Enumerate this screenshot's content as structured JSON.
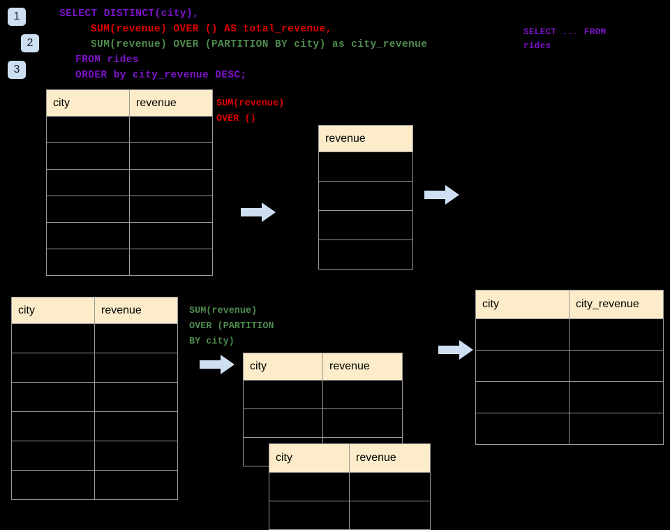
{
  "background_color": "#000000",
  "palette": {
    "badge_bg": "#cfdff2",
    "badge_text": "#14202c",
    "header_bg": "#fcecc9",
    "grid_border": "#9a9a9a",
    "arrow_fill": "#cfdff2",
    "sql_purple": "#7d13c9",
    "sql_red": "#e00000",
    "sql_green": "#4e8b4e"
  },
  "badges": [
    {
      "label": "1"
    },
    {
      "label": "2"
    },
    {
      "label": "3"
    }
  ],
  "sql": {
    "line1": "SELECT DISTINCT(city),",
    "line2": "SUM(revenue) OVER () AS total_revenue,",
    "line3": "SUM(revenue) OVER (PARTITION BY city) as city_revenue",
    "line4": "FROM rides",
    "line5": "ORDER by city_revenue DESC;",
    "side_note": "SELECT ... FROM\nrides"
  },
  "annotations": {
    "over_empty": "SUM(revenue)\nOVER ()",
    "partition_by_city": "SUM(revenue)\nOVER (PARTITION\nBY city)"
  },
  "tables": {
    "source_top": {
      "headers": [
        "city",
        "revenue"
      ],
      "row_count": 6
    },
    "total_revenue": {
      "headers": [
        "revenue"
      ],
      "row_count": 4
    },
    "source_bottom": {
      "headers": [
        "city",
        "revenue"
      ],
      "row_count": 6
    },
    "partition_a": {
      "headers": [
        "city",
        "revenue"
      ],
      "row_count": 3
    },
    "partition_b": {
      "headers": [
        "city",
        "revenue"
      ],
      "row_count": 2
    },
    "result": {
      "headers": [
        "city",
        "city_revenue"
      ],
      "row_count": 4
    }
  },
  "arrows": [
    {
      "name": "arrow-source-to-total"
    },
    {
      "name": "arrow-total-to-result"
    },
    {
      "name": "arrow-source-to-partition"
    },
    {
      "name": "arrow-partition-to-result"
    }
  ]
}
